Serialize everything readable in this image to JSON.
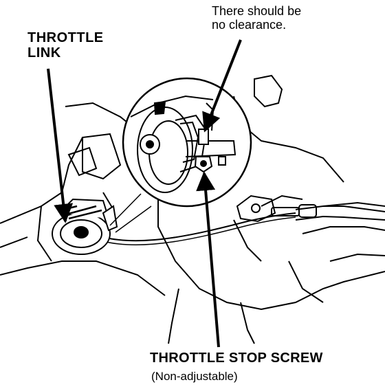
{
  "labels": {
    "throttle_link": "THROTTLE\nLINK",
    "clearance_note": "There should be\nno clearance.",
    "stop_screw_title": "THROTTLE STOP SCREW",
    "stop_screw_subtitle": "(Non-adjustable)"
  },
  "colors": {
    "ink": "#000000",
    "paper": "#ffffff"
  }
}
